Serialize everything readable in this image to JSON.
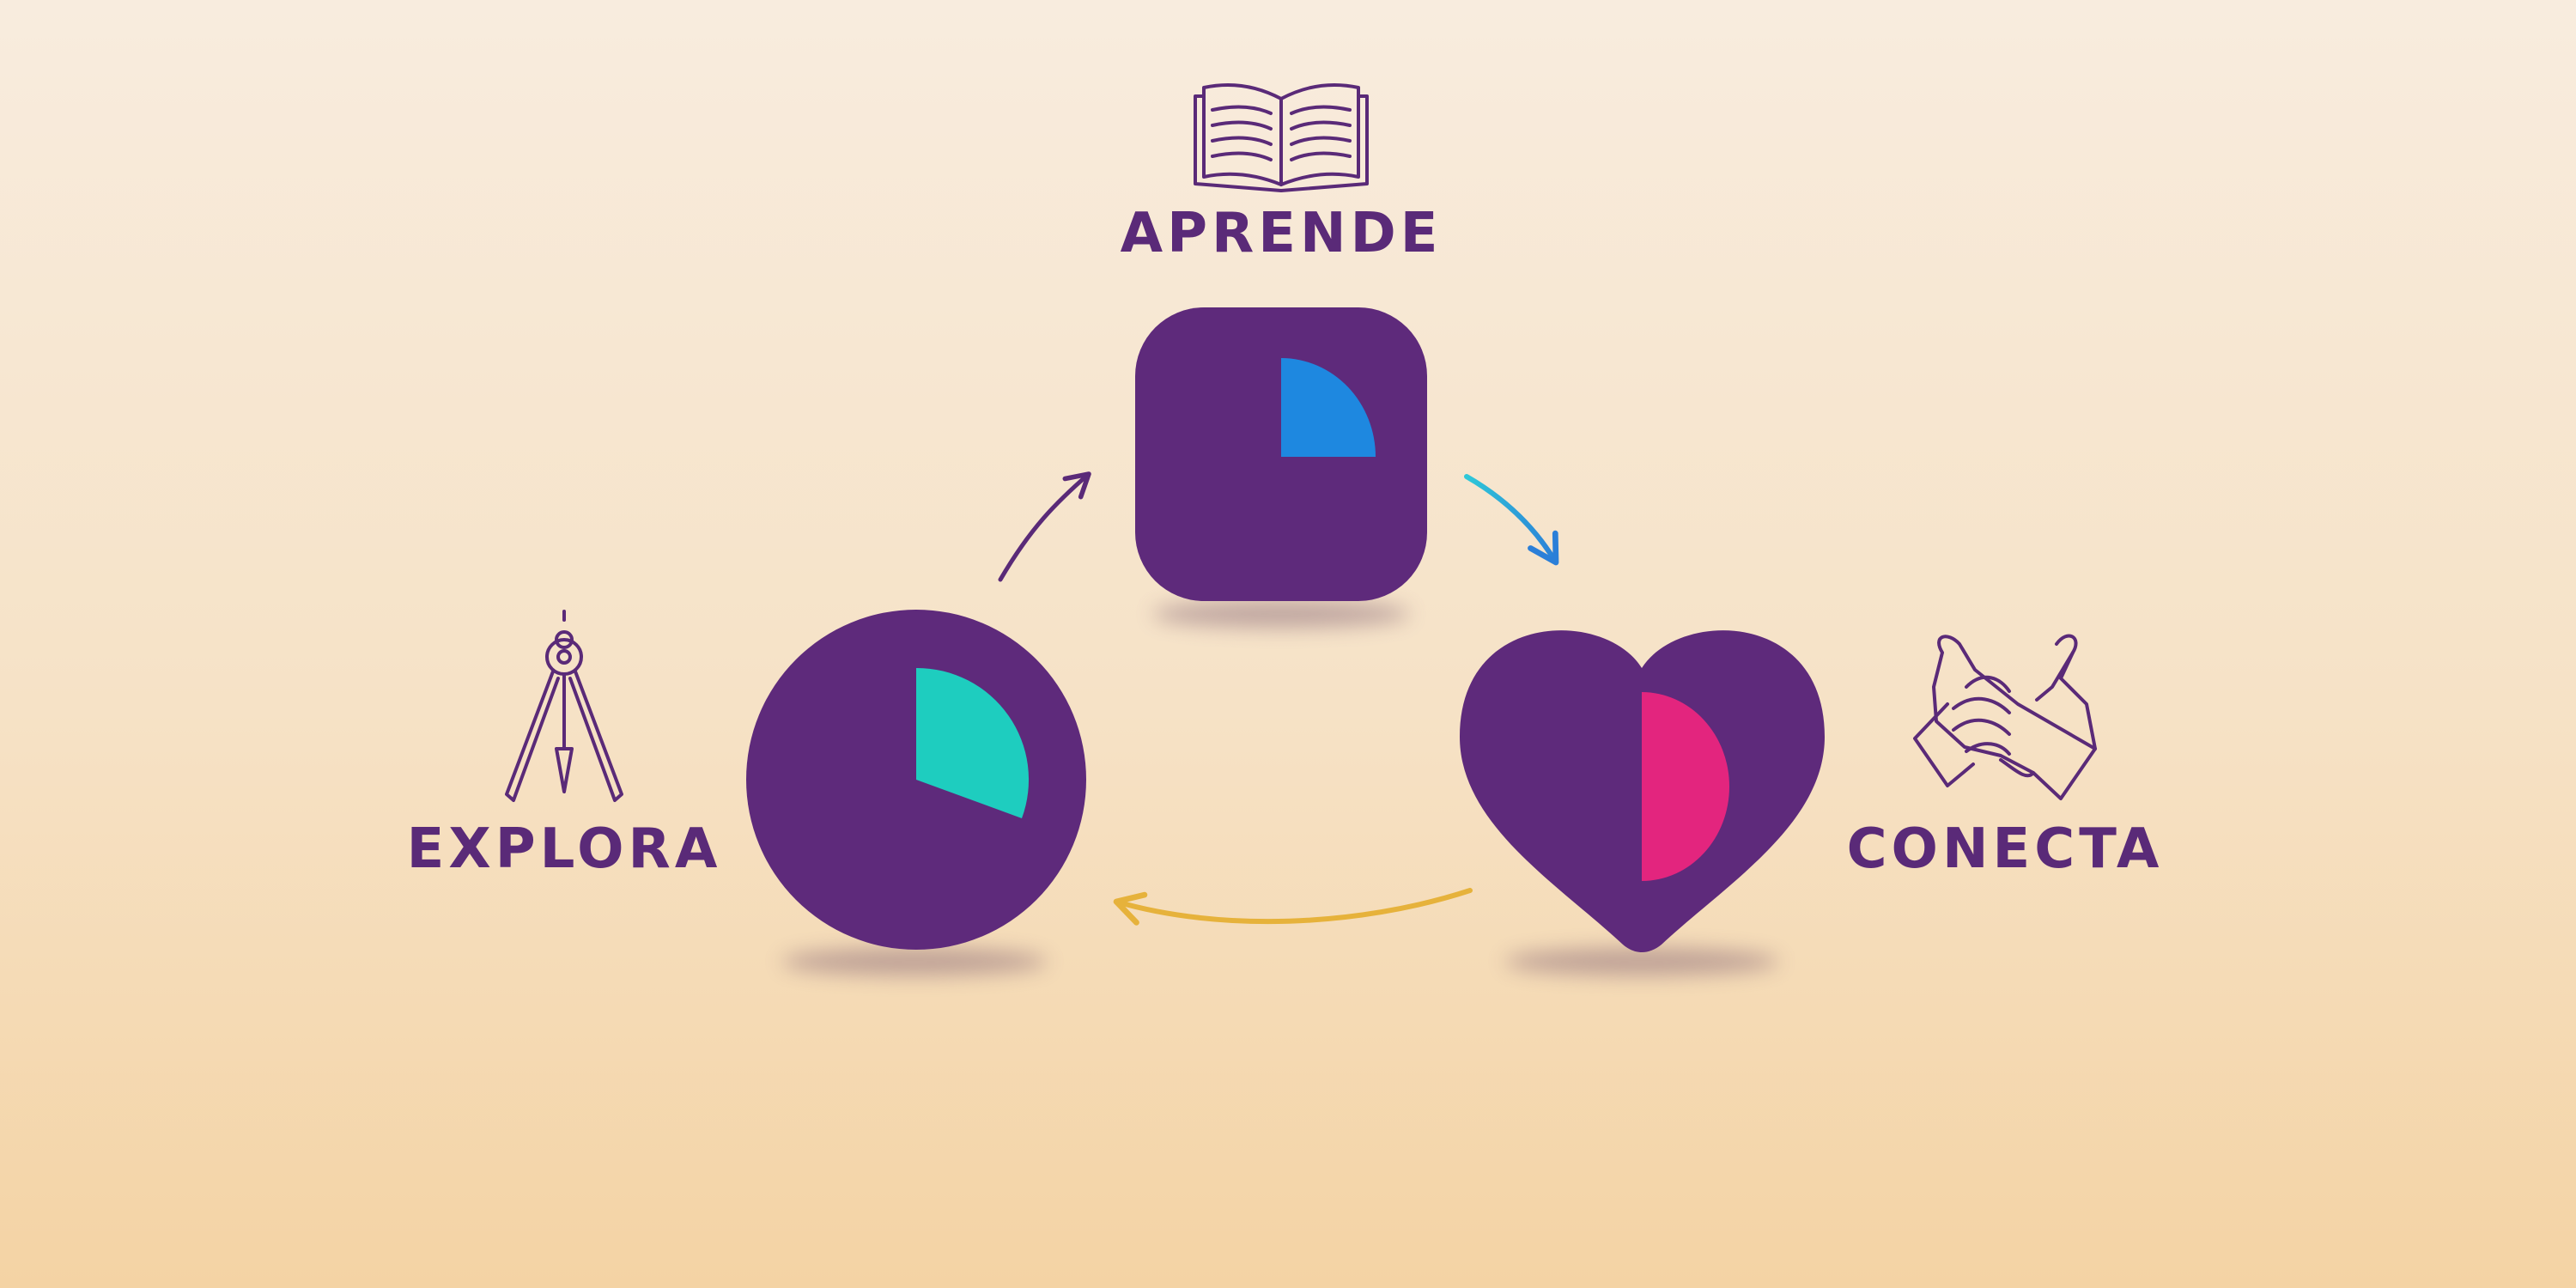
{
  "steps": {
    "learn": {
      "label": "APRENDE",
      "icon": "open-book-icon",
      "accent": "#1e88e0"
    },
    "explore": {
      "label": "EXPLORA",
      "icon": "compass-icon",
      "accent": "#1ecdbf"
    },
    "connect": {
      "label": "CONECTA",
      "icon": "handshake-icon",
      "accent": "#e3257e"
    }
  },
  "colors": {
    "shape": "#5e2a7b",
    "text": "#5a2a78",
    "arrow_learn_to_connect": "#2b9fd8",
    "arrow_connect_to_explore": "#e6b23b",
    "arrow_explore_to_learn": "#5a2a78"
  }
}
